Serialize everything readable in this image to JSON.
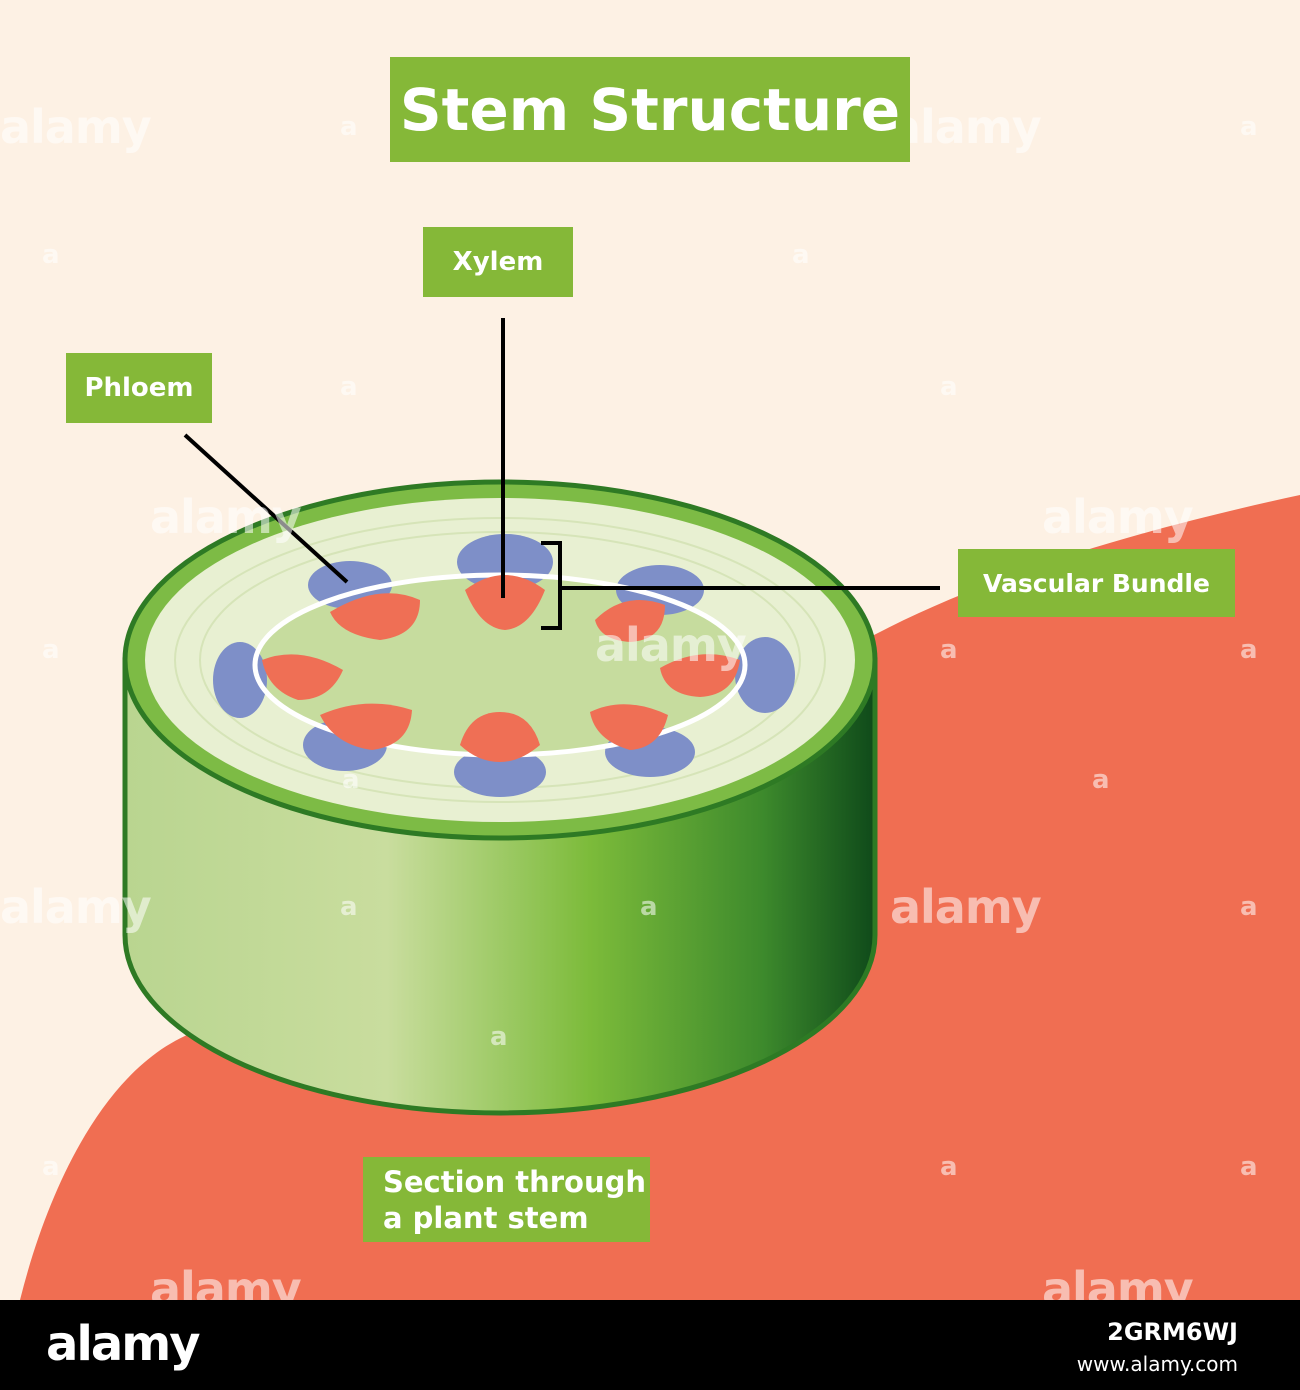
{
  "title": "Stem Structure",
  "labels": {
    "xylem": "Xylem",
    "phloem": "Phloem",
    "vascular_bundle": "Vascular Bundle",
    "caption_line1": "Section through",
    "caption_line2": "a plant stem"
  },
  "watermark": {
    "text": "alamy",
    "a_mark": "a"
  },
  "footer": {
    "logo": "alamy",
    "image_id": "2GRM6WJ",
    "url": "www.alamy.com"
  },
  "colors": {
    "background": "#fdf1e4",
    "accent_shape": "#f06e52",
    "label_green": "#85b838",
    "stem_green": "#6cb33f",
    "xylem": "#ef6f55",
    "phloem": "#7e8fc8",
    "pith": "#c6dc9e"
  }
}
